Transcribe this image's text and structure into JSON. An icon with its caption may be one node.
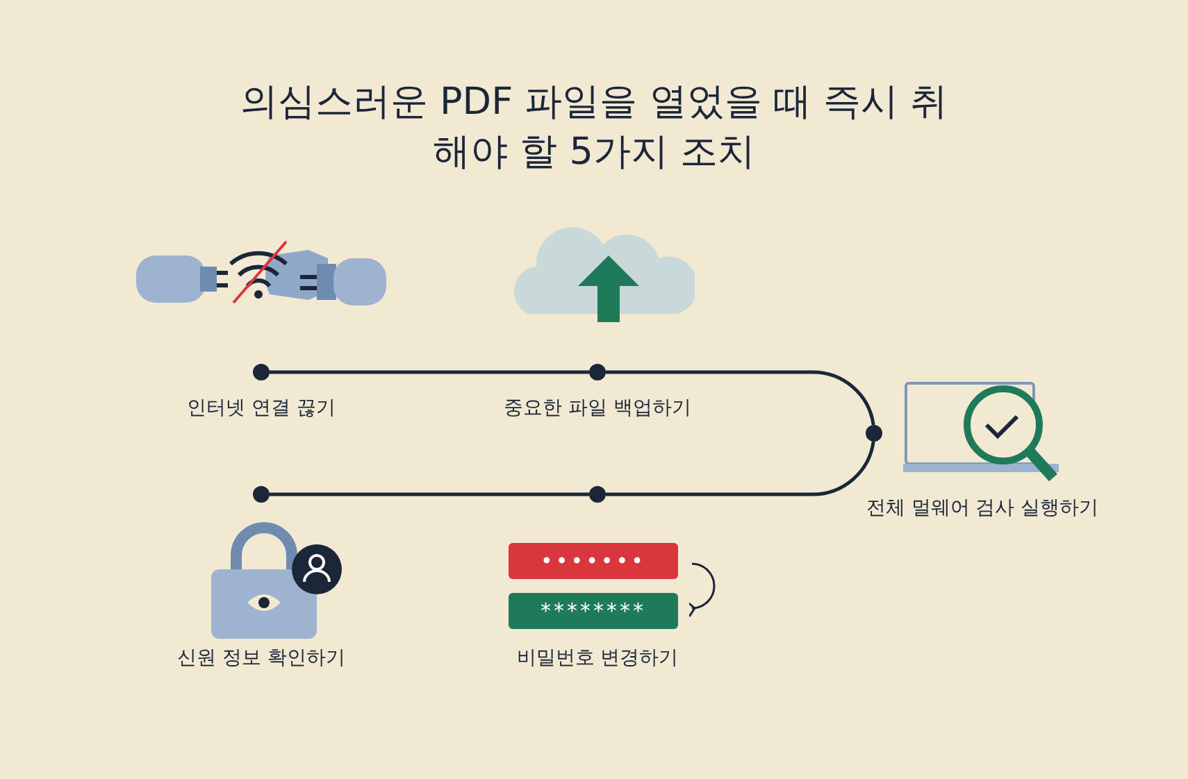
{
  "diagram": {
    "title": "의심스러운 PDF 파일을 열었을 때 즉시 취해야 할 5가지 조치",
    "nodes": [
      {
        "text": [],
        "shape": "circle",
        "beside": [
          "인터넷 연결 끊기"
        ]
      },
      {
        "text": [],
        "shape": "circle",
        "beside": [
          "중요한 파일 백업하기"
        ]
      },
      {
        "text": [],
        "shape": "circle",
        "beside": [
          "전체 멀웨어 검사 실행하기"
        ]
      },
      {
        "text": [],
        "shape": "circle"
      },
      {
        "text": [],
        "shape": "circle"
      }
    ],
    "edges": [
      {
        "from": 0,
        "to": 1,
        "arrow": "none"
      },
      {
        "from": 1,
        "to": 2,
        "arrow": "none"
      },
      {
        "from": 2,
        "to": 4,
        "arrow": "none"
      },
      {
        "from": 4,
        "to": 3,
        "arrow": "none"
      }
    ],
    "labels": [
      "•••••••",
      "********",
      "신원 정보 확인하기",
      "비밀번호 변경하기"
    ]
  }
}
